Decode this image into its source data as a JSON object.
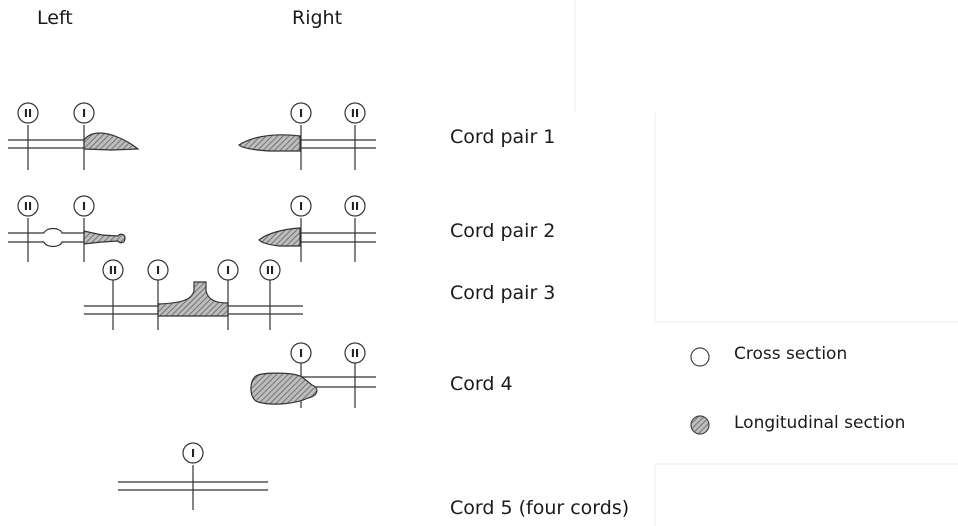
{
  "headers": {
    "left": "Left",
    "right": "Right"
  },
  "marker_labels": {
    "single": "I",
    "double": "II"
  },
  "rows": [
    {
      "label": "Cord pair 1"
    },
    {
      "label": "Cord pair 2"
    },
    {
      "label": "Cord pair 3"
    },
    {
      "label": "Cord 4"
    },
    {
      "label": "Cord 5 (four cords)"
    }
  ],
  "legend": {
    "cross": "Cross section",
    "longitudinal": "Longitudinal section"
  },
  "colors": {
    "line": "#333333",
    "hatch": "#555555",
    "fill": "#bdbdbd",
    "panel_edge": "#eeeeee"
  }
}
